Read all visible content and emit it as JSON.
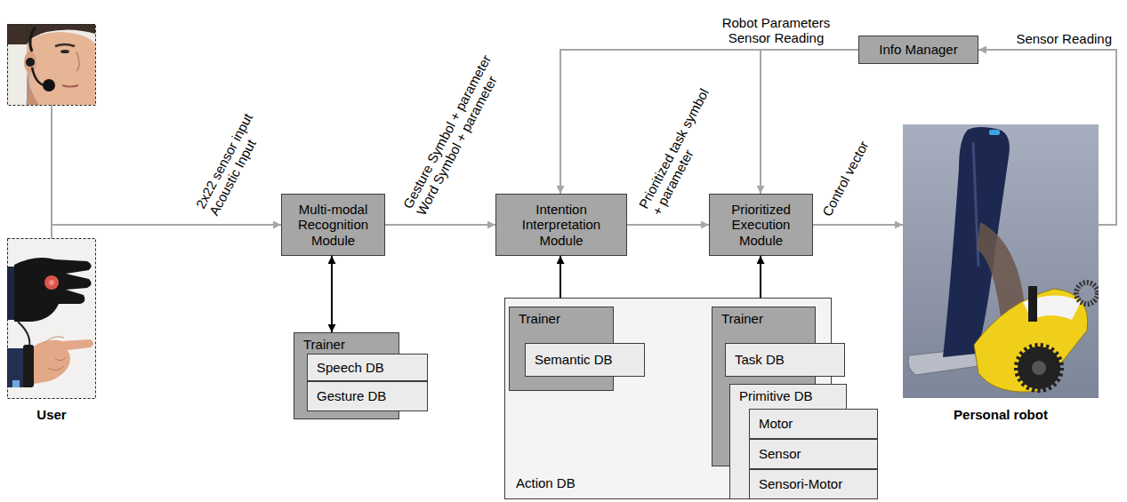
{
  "diagram": {
    "nodes": [
      {
        "text": [
          "User"
        ]
      },
      {
        "text": [
          "Multi-modal Recognition Module"
        ]
      },
      {
        "text": [
          "Trainer"
        ]
      },
      {
        "text": [
          "Speech DB"
        ],
        "in": 2
      },
      {
        "text": [
          "Gesture DB"
        ],
        "in": 2
      },
      {
        "text": [
          "Intention Interpretation Module"
        ]
      },
      {
        "text": [
          "Action DB"
        ]
      },
      {
        "text": [
          "Trainer"
        ],
        "in": 6
      },
      {
        "text": [
          "Semantic DB"
        ],
        "in": 7
      },
      {
        "text": [
          "Trainer"
        ],
        "in": 6
      },
      {
        "text": [
          "Task DB"
        ],
        "in": 9
      },
      {
        "text": [
          "Primitive DB"
        ],
        "in": 9
      },
      {
        "text": [
          "Motor"
        ],
        "in": 11
      },
      {
        "text": [
          "Sensor"
        ],
        "in": 11
      },
      {
        "text": [
          "Sensori-Motor"
        ],
        "in": 11
      },
      {
        "text": [
          "Prioritized Execution Module"
        ]
      },
      {
        "text": [
          "Info Manager"
        ]
      },
      {
        "text": [
          "Personal robot"
        ]
      }
    ],
    "edges": [
      {
        "from": 0,
        "to": 1,
        "label": "2x22 sensor input Acoustic Input",
        "arrow": "to"
      },
      {
        "from": 1,
        "to": 2,
        "arrow": "both"
      },
      {
        "from": 1,
        "to": 5,
        "label": "Gesture Symbol + parameter Word Symbol + parameter",
        "arrow": "to"
      },
      {
        "from": 5,
        "to": 7,
        "arrow": "both"
      },
      {
        "from": 5,
        "to": 15,
        "label": "Prioritized task symbol + parameter",
        "arrow": "to"
      },
      {
        "from": 15,
        "to": 9,
        "arrow": "both"
      },
      {
        "from": 15,
        "to": 17,
        "label": "Control vector",
        "arrow": "to"
      },
      {
        "from": 17,
        "to": 16,
        "label": "Sensor Reading",
        "arrow": "to"
      },
      {
        "from": 16,
        "to": 5,
        "label": "Robot Parameters Sensor Reading",
        "arrow": "to"
      },
      {
        "from": 16,
        "to": 15,
        "arrow": "to"
      }
    ]
  }
}
